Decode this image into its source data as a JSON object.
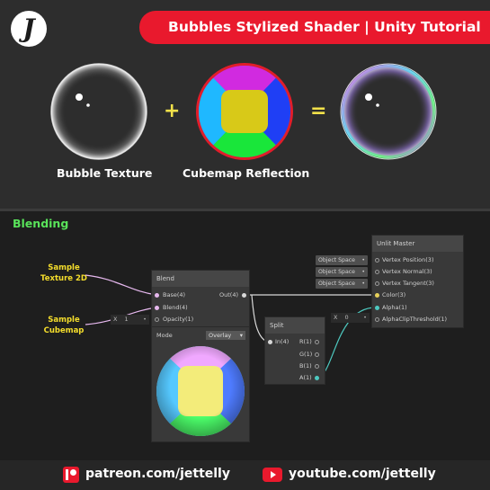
{
  "logo": {
    "letter": "J"
  },
  "banner": {
    "title": "Bubbles Stylized Shader | Unity Tutorial"
  },
  "equation": {
    "plus": "+",
    "equals": "=",
    "captions": [
      "Bubble Texture",
      "Cubemap Reflection"
    ]
  },
  "section_title": "Blending",
  "labels": {
    "sample_texture": [
      "Sample",
      "Texture 2D"
    ],
    "sample_cubemap": [
      "Sample",
      "Cubemap"
    ]
  },
  "blend_node": {
    "title": "Blend",
    "inputs": [
      "Base(4)",
      "Blend(4)",
      "Opacity(1)"
    ],
    "output": "Out(4)",
    "opacity_axis": "X",
    "opacity_value": "1",
    "mode_label": "Mode",
    "mode_value": "Overlay"
  },
  "split_node": {
    "title": "Split",
    "input": "In(4)",
    "outputs": [
      "R(1)",
      "G(1)",
      "B(1)",
      "A(1)"
    ]
  },
  "master_node": {
    "title": "Unlit Master",
    "space_label": "Object Space",
    "inputs": [
      "Vertex Position(3)",
      "Vertex Normal(3)",
      "Vertex Tangent(3)",
      "Color(3)",
      "Alpha(1)",
      "AlphaClipThreshold(1)"
    ],
    "threshold_axis": "X",
    "threshold_value": "0"
  },
  "colors": {
    "banner": "#e9192d",
    "operator": "#f2e14a",
    "section_title": "#59e35a",
    "label": "#f5de2c",
    "wire": "#d8d8d8",
    "alpha_wire": "#4ec9c0"
  },
  "footer": {
    "patreon": "patreon.com/jettelly",
    "youtube": "youtube.com/jettelly"
  }
}
